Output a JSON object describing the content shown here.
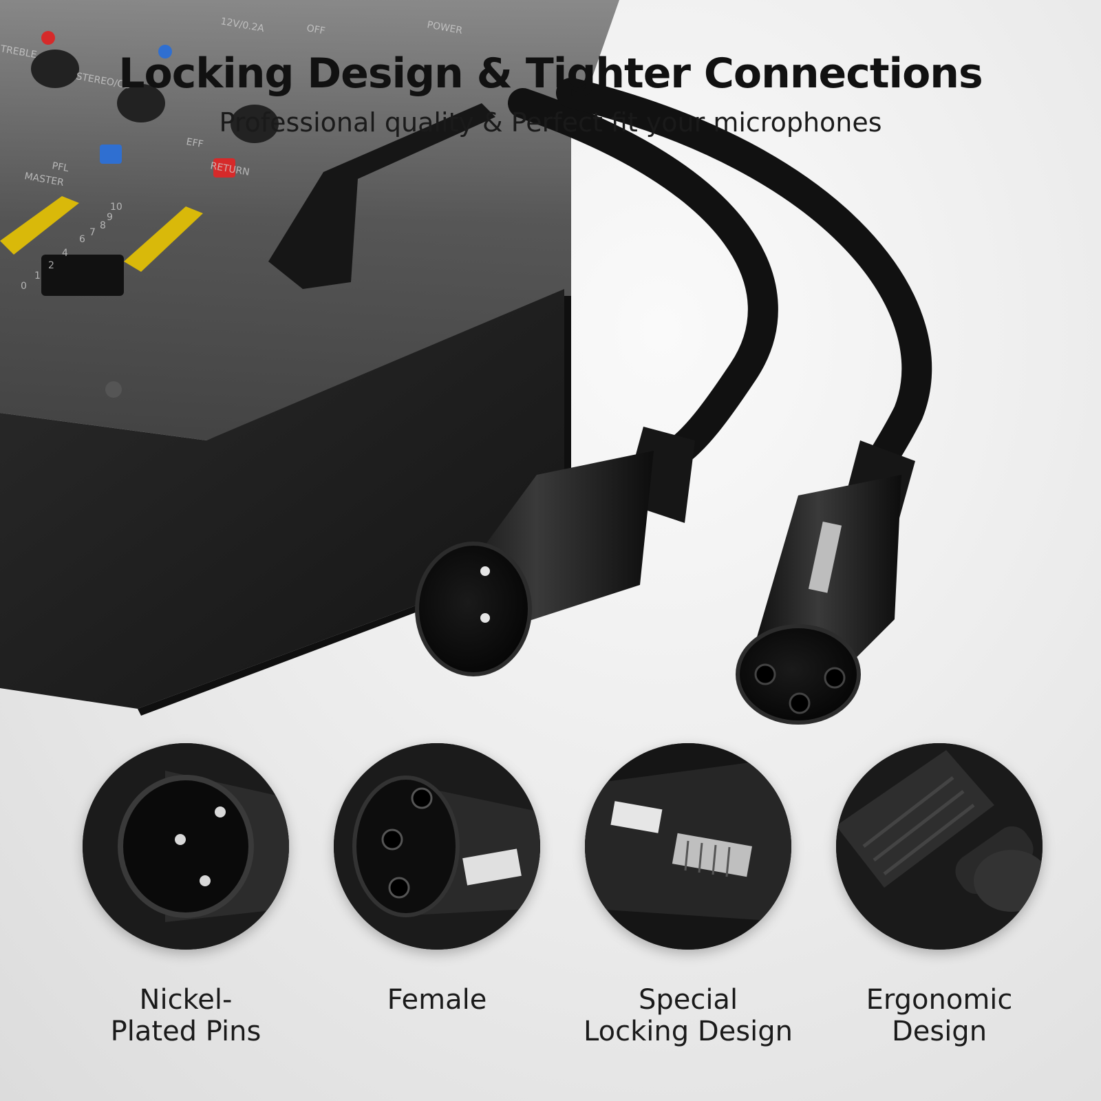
{
  "header": {
    "title": "Locking Design & Tighter Connections",
    "subtitle": "Professional quality & Perfect fit your microphones"
  },
  "mixer": {
    "labels": [
      "12V/0.2A",
      "OFF",
      "POWER",
      "TREBLE",
      "STEREO/CD",
      "PFL",
      "MASTER",
      "EFF",
      "RETURN"
    ],
    "fader_scale": [
      "10",
      "9",
      "8",
      "7",
      "6",
      "4",
      "2",
      "1",
      "0"
    ]
  },
  "features": [
    {
      "label": "Nickel-\nPlated Pins",
      "icon": "male-pins-closeup-icon"
    },
    {
      "label": "Female",
      "icon": "female-socket-closeup-icon"
    },
    {
      "label": "Special\nLocking Design",
      "icon": "locking-latch-closeup-icon"
    },
    {
      "label": "Ergonomic\nDesign",
      "icon": "ergonomic-grip-closeup-icon"
    }
  ],
  "colors": {
    "background": "#ececec",
    "device": "#1c1c1c",
    "fader_accent": "#d9b90a",
    "knob_red": "#d62a2a",
    "knob_blue": "#2f6fd1",
    "text": "#111111"
  }
}
